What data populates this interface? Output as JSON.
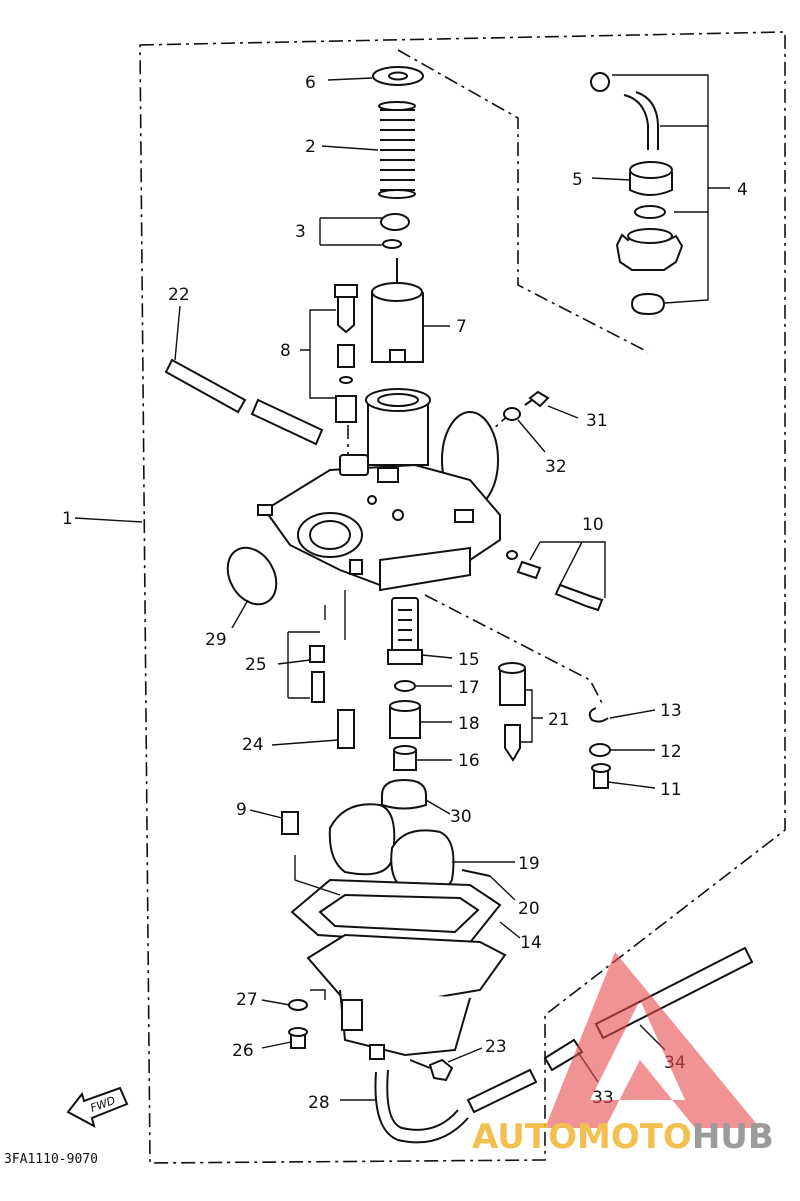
{
  "drawing_code": "3FA1110-9070",
  "fwd_arrow_label": "FWD",
  "watermark": {
    "prefix": "AUTO",
    "middle": "MOTO",
    "suffix": "HUB",
    "colors": {
      "triangle": "#e8484f",
      "auto": "#f2b632",
      "moto": "#f2b632",
      "hub": "#8a8a8a"
    }
  },
  "callouts": {
    "c1": "1",
    "c2": "2",
    "c3": "3",
    "c4": "4",
    "c5": "5",
    "c6": "6",
    "c7": "7",
    "c8": "8",
    "c9": "9",
    "c10": "10",
    "c11": "11",
    "c12": "12",
    "c13": "13",
    "c14": "14",
    "c15": "15",
    "c16": "16",
    "c17": "17",
    "c18": "18",
    "c19": "19",
    "c20": "20",
    "c21": "21",
    "c22": "22",
    "c23": "23",
    "c24": "24",
    "c25": "25",
    "c26": "26",
    "c27": "27",
    "c28": "28",
    "c29": "29",
    "c30": "30",
    "c31": "31",
    "c32": "32",
    "c33": "33",
    "c34": "34"
  }
}
